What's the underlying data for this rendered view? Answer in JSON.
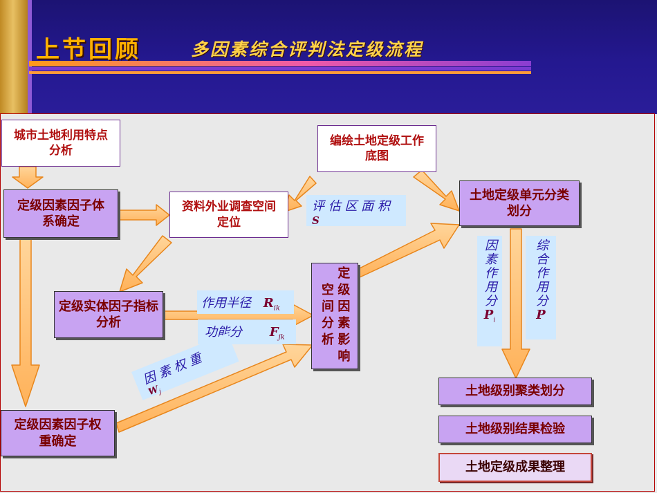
{
  "header": {
    "title": "上节回顾",
    "subtitle": "多因素综合评判法定级流程"
  },
  "nodes": {
    "urban_analysis": "城市土地利用特点分析",
    "factor_system": "定级因素因子体系确定",
    "data_survey": "资料外业调查空间定位",
    "base_map": "编绘土地定级工作底图",
    "unit_division": "土地定级单元分类划分",
    "entity_analysis": "定级实体因子指标分析",
    "influence_space": "定级因素影响空间分析",
    "weight_determine": "定级因素因子权重确定",
    "grade_cluster": "土地级别聚类划分",
    "grade_check": "土地级别结果检验",
    "result_arrange": "土地定级成果整理"
  },
  "labels": {
    "evaluate_area": {
      "text": "评 估 区 面 积",
      "symbol": "S"
    },
    "radius": {
      "text": "作用半径",
      "symbol": "R",
      "sub": "ik"
    },
    "function_score": {
      "text": "功能分",
      "symbol": "F",
      "sub": "jk"
    },
    "factor_weight": {
      "text": "因 素 权 重",
      "symbol": "W",
      "sub": "j"
    },
    "factor_score": {
      "text": "因素作用分",
      "symbol": "P",
      "sub": "i"
    },
    "composite_score": {
      "text": "综合作用分",
      "symbol": "P"
    }
  },
  "colors": {
    "arrow_fill": "#ffc27a",
    "arrow_stroke": "#e8861c",
    "header_bg": "#241890",
    "title_color": "#ffb000"
  }
}
